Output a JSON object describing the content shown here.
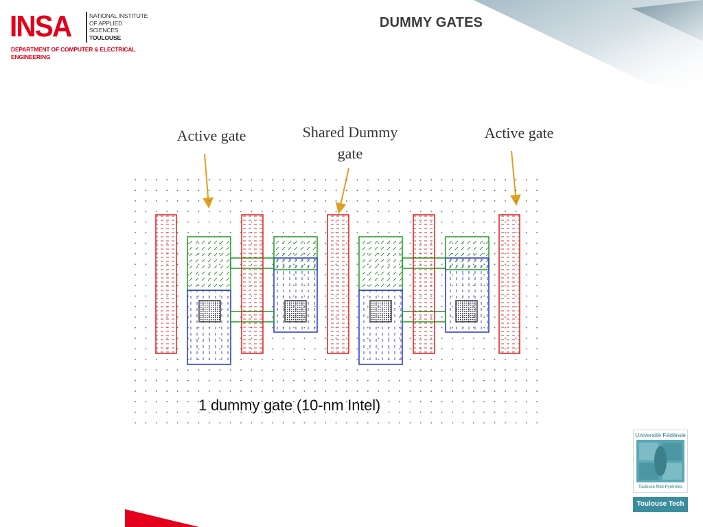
{
  "header": {
    "logo_text": "INSA",
    "logo_lines": [
      "NATIONAL INSTITUTE",
      "OF APPLIED",
      "SCIENCES",
      "TOULOUSE"
    ],
    "department_lines": [
      "DEPARTMENT OF COMPUTER & ELECTRICAL",
      "ENGINEERING"
    ],
    "slide_title": "DUMMY GATES"
  },
  "diagram": {
    "labels": {
      "active_gate_left": "Active gate",
      "shared_dummy_line1": "Shared Dummy",
      "shared_dummy_line2": "gate",
      "active_gate_right": "Active gate"
    },
    "caption": "1 dummy gate (10-nm Intel)",
    "colors": {
      "gate": "#e01e1e",
      "green_diffusion": "#1f9a1f",
      "blue_diffusion": "#2233cc",
      "arrow": "#e0a020",
      "grid_dot": "#555555",
      "contact": "#444444"
    }
  },
  "footer": {
    "badge_top": "Université Fédérale",
    "badge_bottom": "Toulouse Midi-Pyrénées",
    "badge_2": "Toulouse Tech",
    "accent": "#e2001a"
  }
}
